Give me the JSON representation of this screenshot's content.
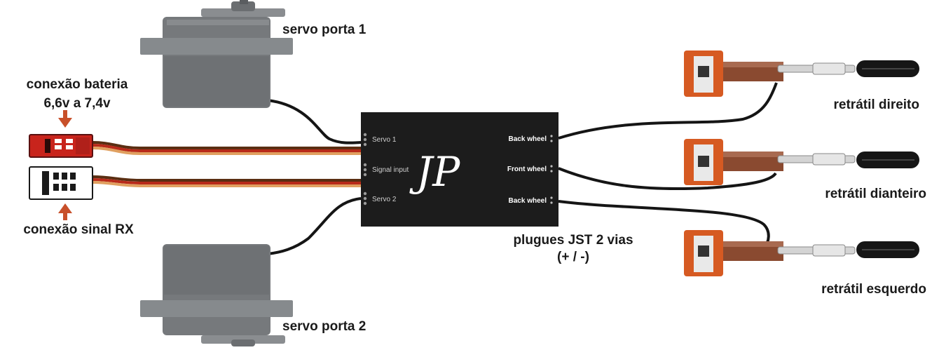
{
  "labels": {
    "servo1": "servo porta 1",
    "servo2": "servo porta 2",
    "battery_line1": "conexão bateria",
    "battery_line2": "6,6v a 7,4v",
    "rx": "conexão sinal RX",
    "jst_line1": "plugues JST 2 vias",
    "jst_line2": "(+ / -)",
    "retract_right": "retrátil direito",
    "retract_front": "retrátil dianteiro",
    "retract_left": "retrátil esquerdo"
  },
  "controller": {
    "logo": "JP",
    "port_servo1": "Servo 1",
    "port_signal": "Signal input",
    "port_servo2": "Servo 2",
    "port_back1": "Back wheel",
    "port_front": "Front wheel",
    "port_back2": "Back wheel"
  },
  "colors": {
    "servo_body": "#76797c",
    "controller": "#1c1c1c",
    "retract_mount": "#d65a22",
    "wire_red": "#b82a1a",
    "wire_brown": "#5a2e12",
    "wire_orange": "#e0a060",
    "arrow": "#c8502a"
  }
}
